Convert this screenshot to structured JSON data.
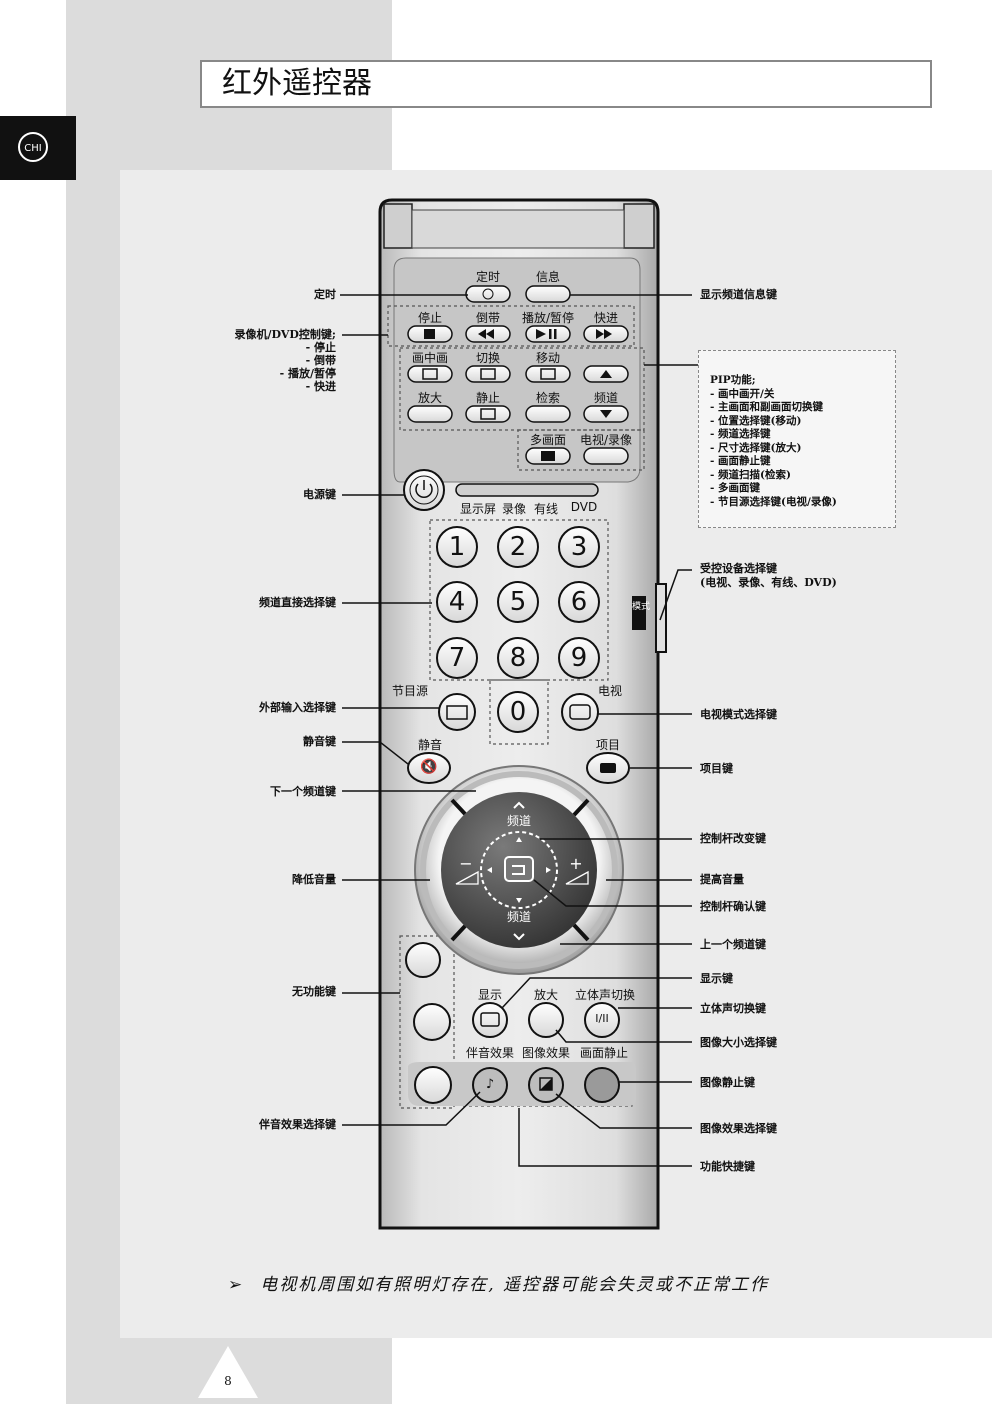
{
  "page": {
    "title": "红外遥控器",
    "lang_tab": "CHI",
    "page_number": "8"
  },
  "note": {
    "arrow": "➢",
    "text": "电视机周围如有照明灯存在, 遥控器可能会失灵或不正常工作"
  },
  "remote": {
    "timer": "定时",
    "info": "信息",
    "stop": "停止",
    "rewind": "倒带",
    "play_pause": "播放/暂停",
    "ff": "快进",
    "pip": "画中画",
    "swap": "切换",
    "move": "移动",
    "zoom": "放大",
    "still": "静止",
    "search": "检索",
    "channel": "频道",
    "multi": "多画面",
    "tv_vcr": "电视/录像",
    "mode_display": "显示屏",
    "mode_vcr": "录像",
    "mode_cable": "有线",
    "mode_dvd": "DVD",
    "digits": [
      "1",
      "2",
      "3",
      "4",
      "5",
      "6",
      "7",
      "8",
      "9",
      "0"
    ],
    "source": "节目源",
    "tv": "电视",
    "mute": "静音",
    "menu": "项目",
    "joy_top": "频道",
    "joy_bottom": "频道",
    "joy_minus": "−",
    "joy_plus": "+",
    "display": "显示",
    "zoom2": "放大",
    "stereo_switch": "立体声切换",
    "stereo_btn": "I/II",
    "sound_effect": "伴音效果",
    "picture_effect": "图像效果",
    "freeze": "画面静止",
    "mode_side": "模式"
  },
  "callouts_left": [
    "定时",
    "录像机/DVD控制键;",
    "- 停止",
    "- 倒带",
    "- 播放/暂停",
    "- 快进",
    "电源键",
    "频道直接选择键",
    "外部输入选择键",
    "静音键",
    "下一个频道键",
    "降低音量",
    "无功能键",
    "伴音效果选择键"
  ],
  "callouts_right": [
    "显示频道信息键",
    "受控设备选择键",
    "(电视、录像、有线、DVD)",
    "电视模式选择键",
    "项目键",
    "控制杆改变键",
    "提高音量",
    "控制杆确认键",
    "上一个频道键",
    "显示键",
    "立体声切换键",
    "图像大小选择键",
    "图像静止键",
    "图像效果选择键",
    "功能快捷键"
  ],
  "pip_box": [
    "PIP功能;",
    "- 画中画开/关",
    "- 主画面和副画面切换键",
    "- 位置选择键(移动)",
    "- 频道选择键",
    "- 尺寸选择键(放大)",
    "- 画面静止键",
    "- 频道扫描(检索)",
    "- 多画面键",
    "- 节目源选择键(电视/录像)"
  ]
}
